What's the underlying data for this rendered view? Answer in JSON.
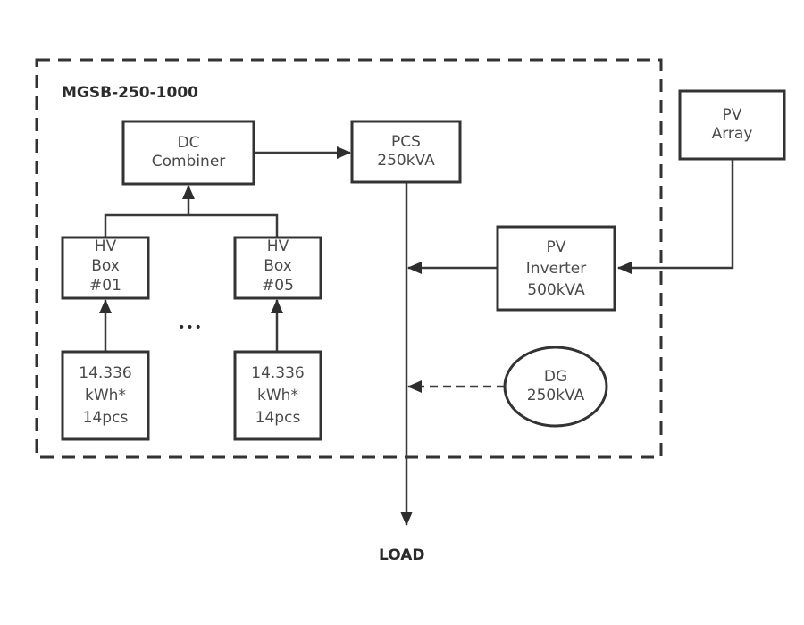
{
  "diagram": {
    "container_title": "MGSB-250-1000",
    "nodes": {
      "dc_combiner": {
        "lines": [
          "DC",
          "Combiner"
        ]
      },
      "pcs": {
        "lines": [
          "PCS",
          "250kVA"
        ]
      },
      "hv_box_1": {
        "lines": [
          "HV",
          "Box",
          "#01"
        ]
      },
      "hv_box_5": {
        "lines": [
          "HV",
          "Box",
          "#05"
        ]
      },
      "battery_1": {
        "lines": [
          "14.336",
          "kWh*",
          "14pcs"
        ]
      },
      "battery_5": {
        "lines": [
          "14.336",
          "kWh*",
          "14pcs"
        ]
      },
      "pv_array": {
        "lines": [
          "PV",
          "Array"
        ]
      },
      "pv_inverter": {
        "lines": [
          "PV",
          "Inverter",
          "500kVA"
        ]
      },
      "dg": {
        "lines": [
          "DG",
          "250kVA"
        ]
      }
    },
    "ellipsis": "•••",
    "load_label": "LOAD",
    "edges": [
      {
        "from": "battery_1",
        "to": "hv_box_1",
        "style": "solid"
      },
      {
        "from": "battery_5",
        "to": "hv_box_5",
        "style": "solid"
      },
      {
        "from": "hv_box_1",
        "to": "dc_combiner",
        "style": "solid"
      },
      {
        "from": "hv_box_5",
        "to": "dc_combiner",
        "style": "solid"
      },
      {
        "from": "dc_combiner",
        "to": "pcs",
        "style": "solid"
      },
      {
        "from": "pcs",
        "to": "load",
        "style": "solid"
      },
      {
        "from": "pv_array",
        "to": "pv_inverter",
        "style": "solid"
      },
      {
        "from": "pv_inverter",
        "to": "bus",
        "style": "solid"
      },
      {
        "from": "dg",
        "to": "bus",
        "style": "dashed"
      }
    ]
  }
}
